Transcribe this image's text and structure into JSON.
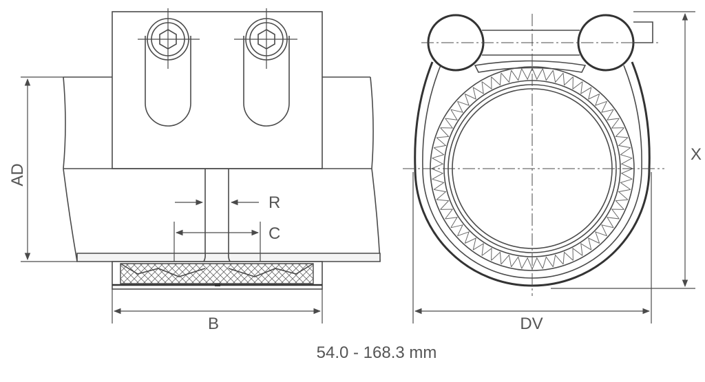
{
  "labels": {
    "ad": "AD",
    "r": "R",
    "c": "C",
    "b": "B",
    "dv": "DV",
    "x": "X"
  },
  "caption": "54.0 - 168.3 mm",
  "colors": {
    "line": "#4a4a4a",
    "text": "#555555",
    "background": "#ffffff"
  }
}
